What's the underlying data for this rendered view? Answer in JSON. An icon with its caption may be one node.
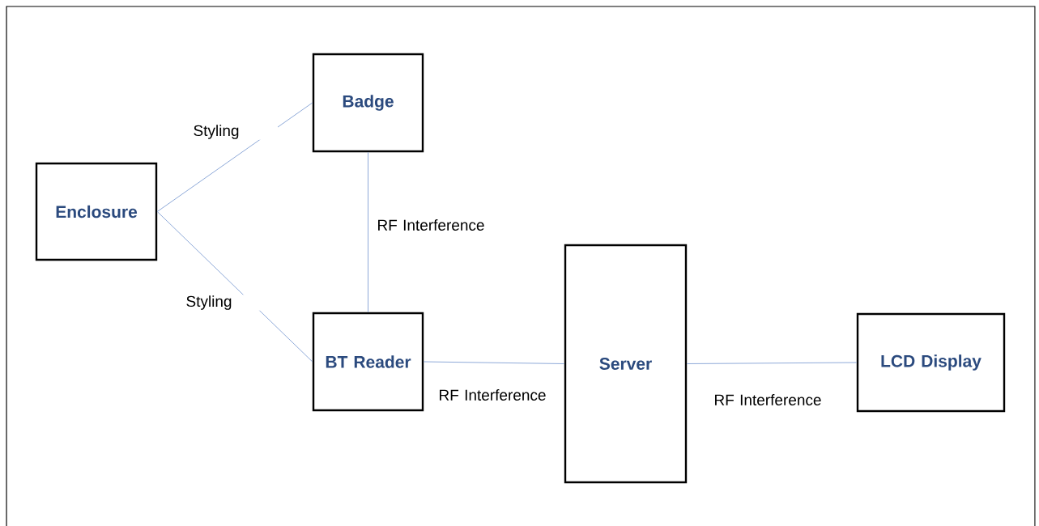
{
  "diagram": {
    "nodes": [
      {
        "text": [
          "Badge"
        ]
      },
      {
        "text": [
          "Enclosure"
        ]
      },
      {
        "text": [
          "BT Reader"
        ]
      },
      {
        "text": [
          "Server"
        ]
      },
      {
        "text": [
          "LCD Display"
        ]
      }
    ],
    "edges": [
      {
        "from": 1,
        "to": 0,
        "arrow": "none",
        "label": "Styling"
      },
      {
        "from": 1,
        "to": 2,
        "arrow": "none",
        "label": "Styling"
      },
      {
        "from": 0,
        "to": 2,
        "arrow": "none",
        "label": "RF Interference"
      },
      {
        "from": 2,
        "to": 3,
        "arrow": "none",
        "label": "RF Interference"
      },
      {
        "from": 3,
        "to": 4,
        "arrow": "none",
        "label": "RF Interference"
      }
    ]
  }
}
